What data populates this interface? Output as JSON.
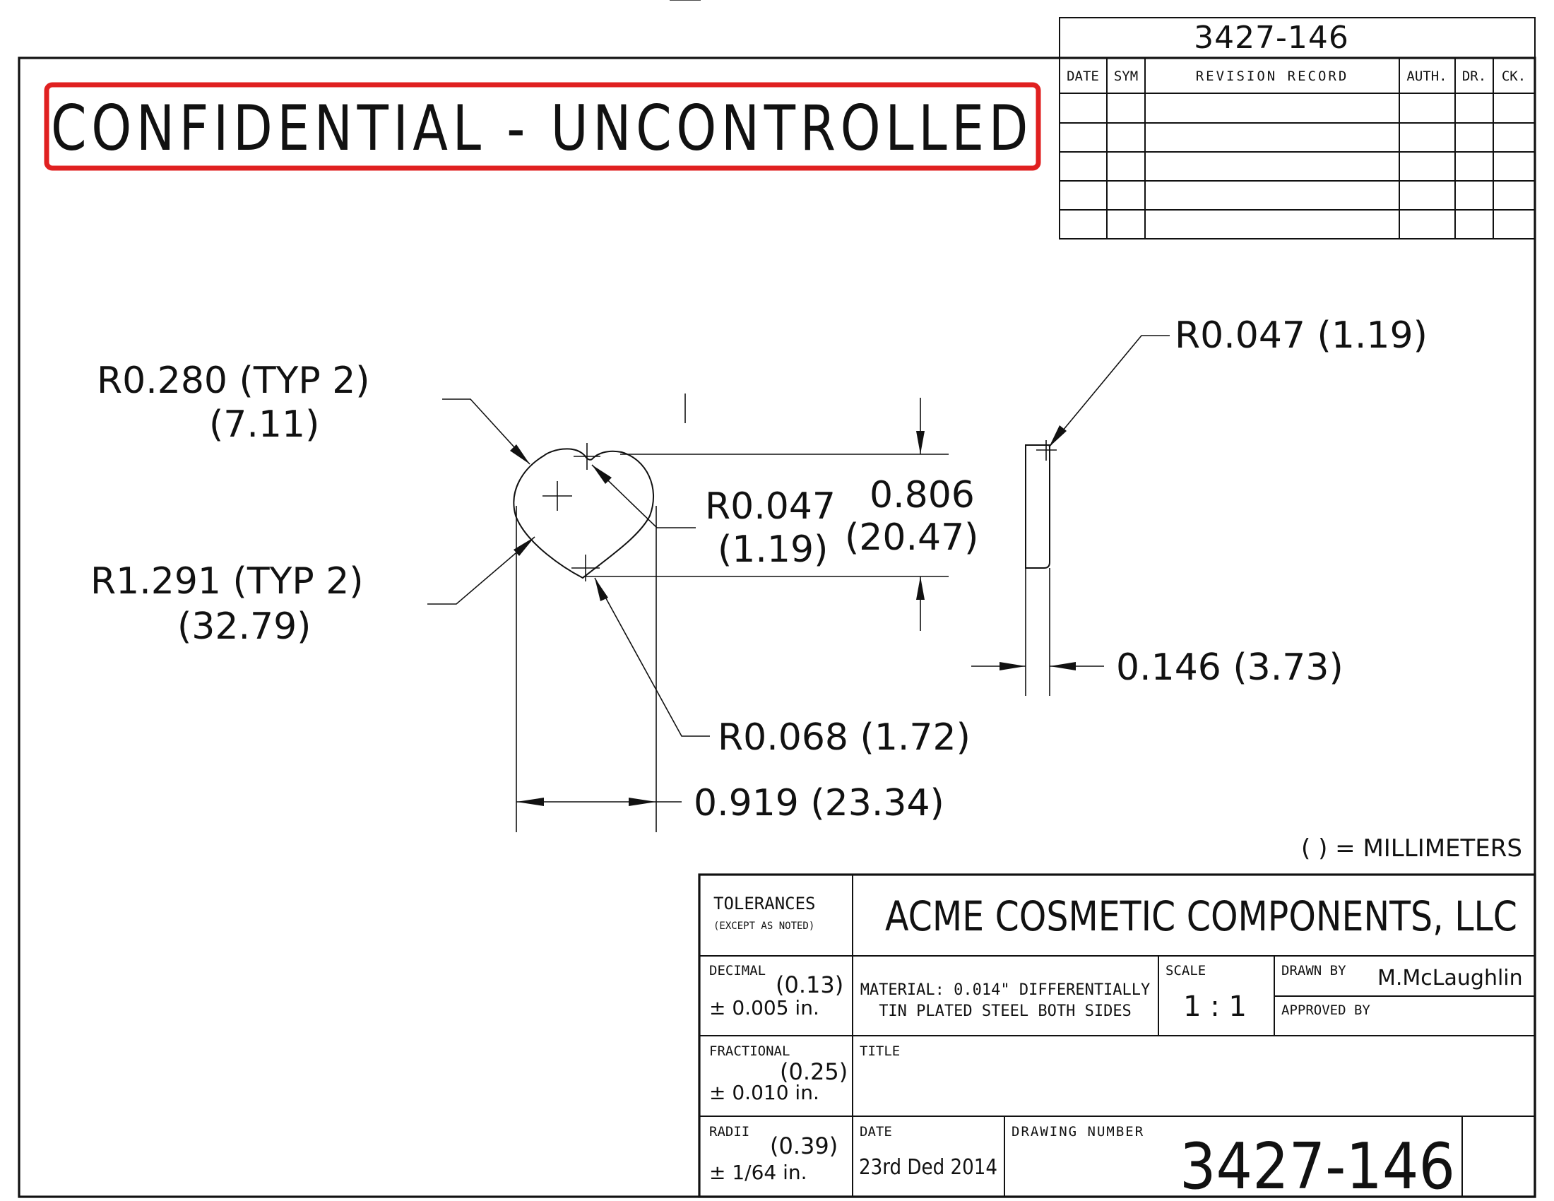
{
  "header": {
    "drawing_number": "3427-146",
    "stamp": "CONFIDENTIAL - UNCONTROLLED",
    "stamp_color": "#e02020"
  },
  "revision_table": {
    "columns": [
      "DATE",
      "SYM",
      "REVISION RECORD",
      "AUTH.",
      "DR.",
      "CK."
    ],
    "rows": [
      [
        "",
        "",
        "",
        "",
        "",
        ""
      ],
      [
        "",
        "",
        "",
        "",
        "",
        ""
      ],
      [
        "",
        "",
        "",
        "",
        "",
        ""
      ],
      [
        "",
        "",
        "",
        "",
        "",
        ""
      ],
      [
        "",
        "",
        "",
        "",
        "",
        ""
      ]
    ]
  },
  "dimensions": {
    "r_0280": "R0.280 (TYP 2)",
    "r_0280_mm": "(7.11)",
    "r_1291": "R1.291 (TYP 2)",
    "r_1291_mm": "(32.79)",
    "r_0047_inner": "R0.047",
    "r_0047_inner_mm": "(1.19)",
    "height": "0.806",
    "height_mm": "(20.47)",
    "r_0068": "R0.068 (1.72)",
    "width": "0.919 (23.34)",
    "r_0047_side": "R0.047 (1.19)",
    "thickness": "0.146 (3.73)",
    "units_note": "( ) = MILLIMETERS"
  },
  "title_block": {
    "tolerances_label": "TOLERANCES",
    "tolerances_sub": "(EXCEPT AS NOTED)",
    "company": "ACME COSMETIC COMPONENTS, LLC",
    "decimal_label": "DECIMAL",
    "decimal_mm": "(0.13)",
    "decimal_value": "± 0.005 in.",
    "fractional_label": "FRACTIONAL",
    "fractional_mm": "(0.25)",
    "fractional_value": "± 0.010 in.",
    "radii_label": "RADII",
    "radii_mm": "(0.39)",
    "radii_value": "± 1/64 in.",
    "material_line1": "MATERIAL: 0.014\" DIFFERENTIALLY",
    "material_line2": "TIN PLATED STEEL BOTH SIDES",
    "scale_label": "SCALE",
    "scale_value": "1 : 1",
    "drawn_by_label": "DRAWN BY",
    "drawn_by_value": "M.McLaughlin",
    "approved_by_label": "APPROVED BY",
    "title_label": "TITLE",
    "date_label": "DATE",
    "date_value": "23rd Ded 2014",
    "drawing_number_label": "DRAWING NUMBER",
    "drawing_number_value": "3427-146"
  }
}
